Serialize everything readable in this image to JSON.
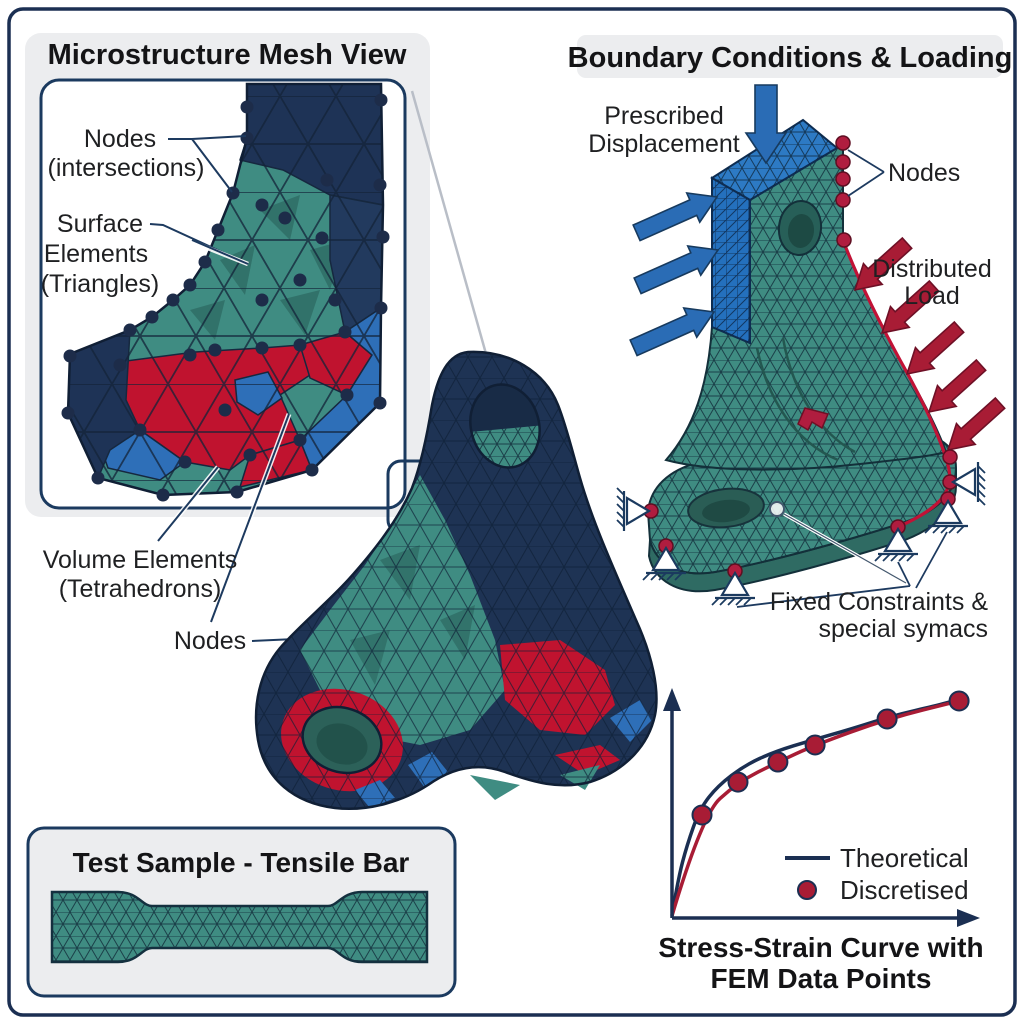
{
  "palette": {
    "navy": "#1e3354",
    "navy_dark": "#16283f",
    "teal": "#3f8c82",
    "teal_dark": "#2f6b63",
    "red": "#c0132f",
    "crimson": "#a81c35",
    "blue": "#2e6fb8",
    "blue_box": "#2470bd",
    "panel_gray": "#ecedef",
    "border_navy": "#1b3a5f",
    "connector_gray": "#b9bec7"
  },
  "microstructure": {
    "title": "Microstructure Mesh View",
    "label_nodes_1": "Nodes",
    "label_nodes_2": "(intersections)",
    "label_surface_1": "Surface",
    "label_surface_2": "Elements",
    "label_surface_3": "(Triangles)",
    "label_volume_1": "Volume Elements",
    "label_volume_2": "(Tetrahedrons)",
    "label_nodes_bottom": "Nodes"
  },
  "boundary": {
    "title": "Boundary Conditions & Loading",
    "label_prescribed_1": "Prescribed",
    "label_prescribed_2": "Displacement",
    "label_nodes": "Nodes",
    "label_load_1": "Distributed",
    "label_load_2": "Load",
    "label_fixed_1": "Fixed Constraints &",
    "label_fixed_2": "special symacs"
  },
  "test_sample": {
    "title": "Test Sample - Tensile Bar"
  },
  "chart": {
    "caption_1": "Stress-Strain Curve with",
    "caption_2": "FEM Data Points",
    "legend": [
      {
        "label": "Theoretical"
      },
      {
        "label": "Discretised"
      }
    ]
  },
  "chart_data": {
    "type": "line",
    "title": "Stress-Strain Curve with FEM Data Points",
    "axes": "unlabeled axes with arrowheads (stress vs strain, normalized 0-1)",
    "legend_position": "inside lower right",
    "series": [
      {
        "name": "Theoretical",
        "style": "line",
        "color": "#1b2f52",
        "x": [
          0,
          0.02,
          0.05,
          0.093,
          0.153,
          0.243,
          0.343,
          0.467,
          0.6,
          0.743,
          0.877,
          0.95
        ],
        "y": [
          0.01,
          0.17,
          0.32,
          0.48,
          0.58,
          0.67,
          0.73,
          0.78,
          0.83,
          0.89,
          0.93,
          0.956
        ]
      },
      {
        "name": "Discretised",
        "style": "line+markers",
        "color": "#a81c35",
        "x": [
          0,
          0.1,
          0.22,
          0.353,
          0.477,
          0.717,
          0.957
        ],
        "y": [
          0.01,
          0.452,
          0.596,
          0.684,
          0.759,
          0.873,
          0.952
        ]
      }
    ],
    "marker_points_of_series": "Discretised (all except origin)",
    "xlim": [
      0,
      1
    ],
    "ylim": [
      0,
      1
    ]
  }
}
